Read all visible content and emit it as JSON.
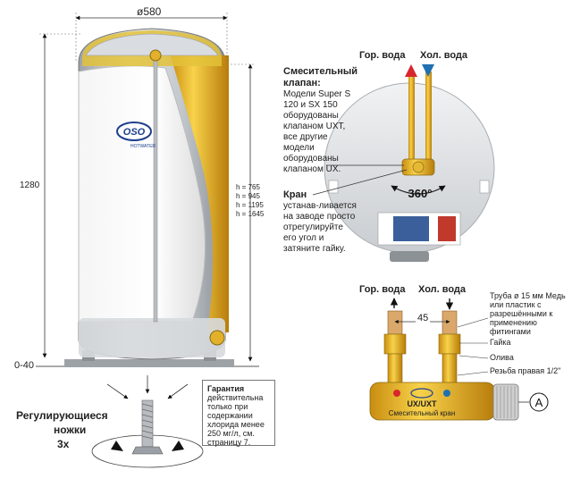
{
  "dimensions": {
    "width_label": "ø580",
    "height_label": "1280",
    "feet_label": "0-40",
    "h_values": [
      "h = 765",
      "h = 945",
      "h = 1195",
      "h = 1645"
    ],
    "pipe_spacing": "45"
  },
  "brand": {
    "logo_text": "OSO",
    "logo_sub": "HOTWATER"
  },
  "valve_top": {
    "hot_water": "Гор. вода",
    "cold_water": "Хол. вода",
    "rotation_label": "360°"
  },
  "mixing_valve_note": {
    "title": "Смесительный клапан:",
    "text": "Модели Super S 120 и SX 150 оборудованы клапаном UXT, все другие модели оборудованы клапаном UX."
  },
  "tap_note": {
    "title": "Кран",
    "text": "устанав-ливается на заводе просто отрегулируйте его угол и затяните гайку."
  },
  "feet": {
    "label_line1": "Регулирующиеся",
    "label_line2": "ножки",
    "label_line3": "3x"
  },
  "warranty": {
    "title": "Гарантия",
    "text": "действительна только при содержании хлорида менее 250 мг/л, см. страницу 7."
  },
  "fitting": {
    "hot_water": "Гор. вода",
    "cold_water": "Хол. вода",
    "pipe_label": "Труба ø 15 мм Медь или пластик с разрешёнными к применению фитингами",
    "nut_label": "Гайка",
    "olive_label": "Олива",
    "thread_label": "Резьба правая 1/2\"",
    "model_label": "UX/UXT",
    "valve_label": "Смесительный кран",
    "callout_letter": "A"
  },
  "colors": {
    "hot": "#d8262c",
    "cold": "#1f6fb2",
    "brass": "#e0a81e",
    "tank_yellow": "#f2c51a",
    "tank_silver": "#c7ccd1"
  }
}
